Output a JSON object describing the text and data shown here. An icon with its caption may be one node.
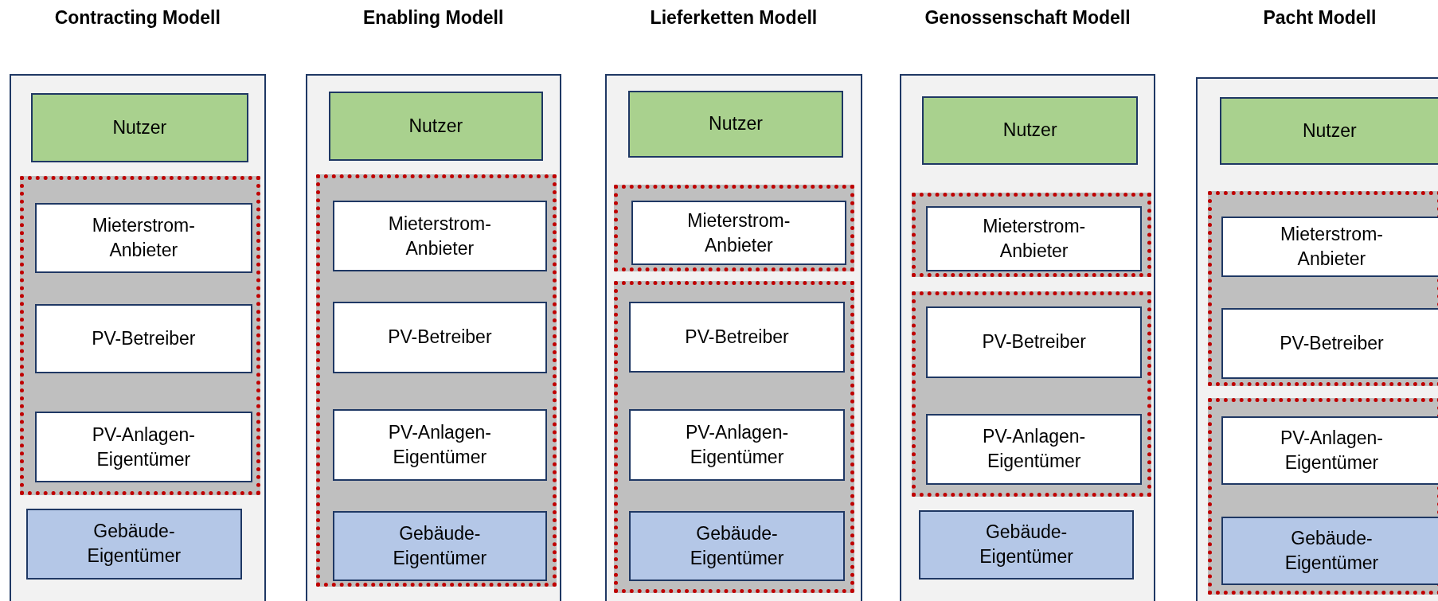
{
  "diagram": {
    "nodes": [
      {
        "text": [
          "Contracting Modell"
        ]
      },
      {
        "text": [
          "Nutzer"
        ],
        "in": 0
      },
      {
        "text": [],
        "shape": "box",
        "in": 0
      },
      {
        "text": [
          "Mieterstrom- Anbieter"
        ],
        "in": 2
      },
      {
        "text": [
          "PV-Betreiber"
        ],
        "in": 2
      },
      {
        "text": [
          "PV-Anlagen- Eigentümer"
        ],
        "in": 2
      },
      {
        "text": [
          "Gebäude- Eigentümer"
        ],
        "in": 0
      },
      {
        "text": [
          "Enabling Modell"
        ]
      },
      {
        "text": [
          "Nutzer"
        ],
        "in": 7
      },
      {
        "text": [],
        "shape": "box",
        "in": 7
      },
      {
        "text": [
          "Mieterstrom- Anbieter"
        ],
        "in": 9
      },
      {
        "text": [
          "PV-Betreiber"
        ],
        "in": 9
      },
      {
        "text": [
          "PV-Anlagen- Eigentümer"
        ],
        "in": 9
      },
      {
        "text": [
          "Gebäude- Eigentümer"
        ],
        "in": 9
      },
      {
        "text": [
          "Lieferketten Modell"
        ]
      },
      {
        "text": [
          "Nutzer"
        ],
        "in": 14
      },
      {
        "text": [],
        "shape": "box",
        "in": 14
      },
      {
        "text": [
          "Mieterstrom- Anbieter"
        ],
        "in": 16
      },
      {
        "text": [],
        "shape": "box",
        "in": 14
      },
      {
        "text": [
          "PV-Betreiber"
        ],
        "in": 18
      },
      {
        "text": [
          "PV-Anlagen- Eigentümer"
        ],
        "in": 18
      },
      {
        "text": [
          "Gebäude- Eigentümer"
        ],
        "in": 18
      },
      {
        "text": [
          "Genossenschaft Modell"
        ]
      },
      {
        "text": [
          "Nutzer"
        ],
        "in": 22
      },
      {
        "text": [],
        "shape": "box",
        "in": 22
      },
      {
        "text": [
          "Mieterstrom- Anbieter"
        ],
        "in": 24
      },
      {
        "text": [],
        "shape": "box",
        "in": 22
      },
      {
        "text": [
          "PV-Betreiber"
        ],
        "in": 26
      },
      {
        "text": [
          "PV-Anlagen- Eigentümer"
        ],
        "in": 26
      },
      {
        "text": [
          "Gebäude- Eigentümer"
        ],
        "in": 22
      },
      {
        "text": [
          "Pacht Modell"
        ]
      },
      {
        "text": [
          "Nutzer"
        ],
        "in": 30
      },
      {
        "text": [],
        "shape": "box",
        "in": 30
      },
      {
        "text": [
          "Mieterstrom- Anbieter"
        ],
        "in": 32
      },
      {
        "text": [
          "PV-Betreiber"
        ],
        "in": 32
      },
      {
        "text": [],
        "shape": "box",
        "in": 30
      },
      {
        "text": [
          "PV-Anlagen- Eigentümer"
        ],
        "in": 35
      },
      {
        "text": [
          "Gebäude- Eigentümer"
        ],
        "in": 35
      }
    ]
  }
}
